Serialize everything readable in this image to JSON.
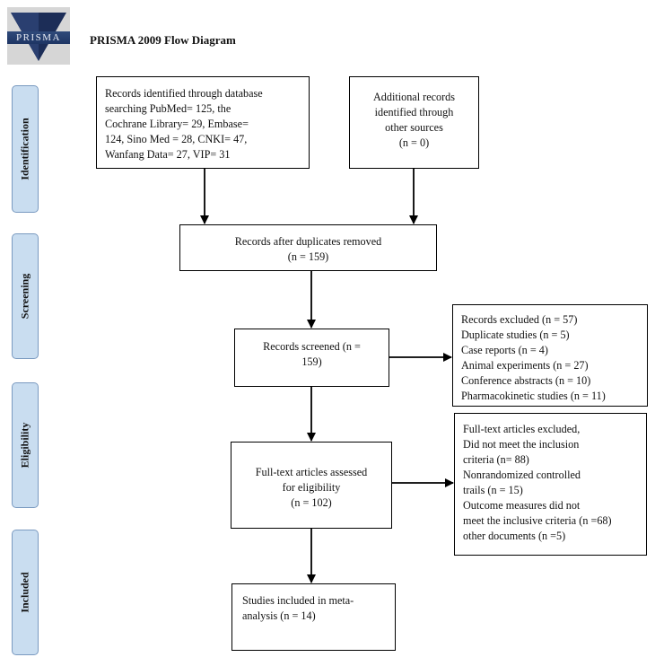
{
  "header": {
    "logo_text": "PRISMA",
    "title": "PRISMA 2009 Flow Diagram"
  },
  "stages": [
    {
      "label": "Identification"
    },
    {
      "label": "Screening"
    },
    {
      "label": "Eligibility"
    },
    {
      "label": "Included"
    }
  ],
  "boxes": {
    "database_records": {
      "lines": [
        "Records identified through database",
        "searching PubMed= 125, the",
        "Cochrane Library= 29, Embase=",
        "124, Sino Med = 28, CNKI= 47,",
        "Wanfang Data= 27, VIP= 31"
      ]
    },
    "other_records": {
      "lines": [
        "Additional records",
        "identified through",
        "other sources",
        "(n = 0)"
      ]
    },
    "duplicates_removed": {
      "lines": [
        "Records after duplicates removed",
        "(n = 159)"
      ]
    },
    "records_screened": {
      "lines": [
        "Records screened (n =",
        "159)"
      ]
    },
    "records_excluded": {
      "lines": [
        "Records excluded (n = 57)",
        "Duplicate studies (n = 5)",
        "Case reports (n = 4)",
        "Animal experiments (n = 27)",
        "Conference abstracts (n = 10)",
        "Pharmacokinetic studies (n = 11)"
      ]
    },
    "fulltext_assessed": {
      "lines": [
        "Full-text articles assessed",
        "for eligibility",
        "(n = 102)"
      ]
    },
    "fulltext_excluded": {
      "lines": [
        "Full-text articles excluded,",
        "Did not meet the inclusion",
        "criteria (n= 88)",
        "Nonrandomized controlled",
        "trails (n = 15)",
        "Outcome measures did not",
        "meet the inclusive criteria (n =68)",
        "other documents (n =5)"
      ]
    },
    "studies_included": {
      "lines": [
        "Studies included in meta-",
        "analysis (n = 14)"
      ]
    }
  }
}
